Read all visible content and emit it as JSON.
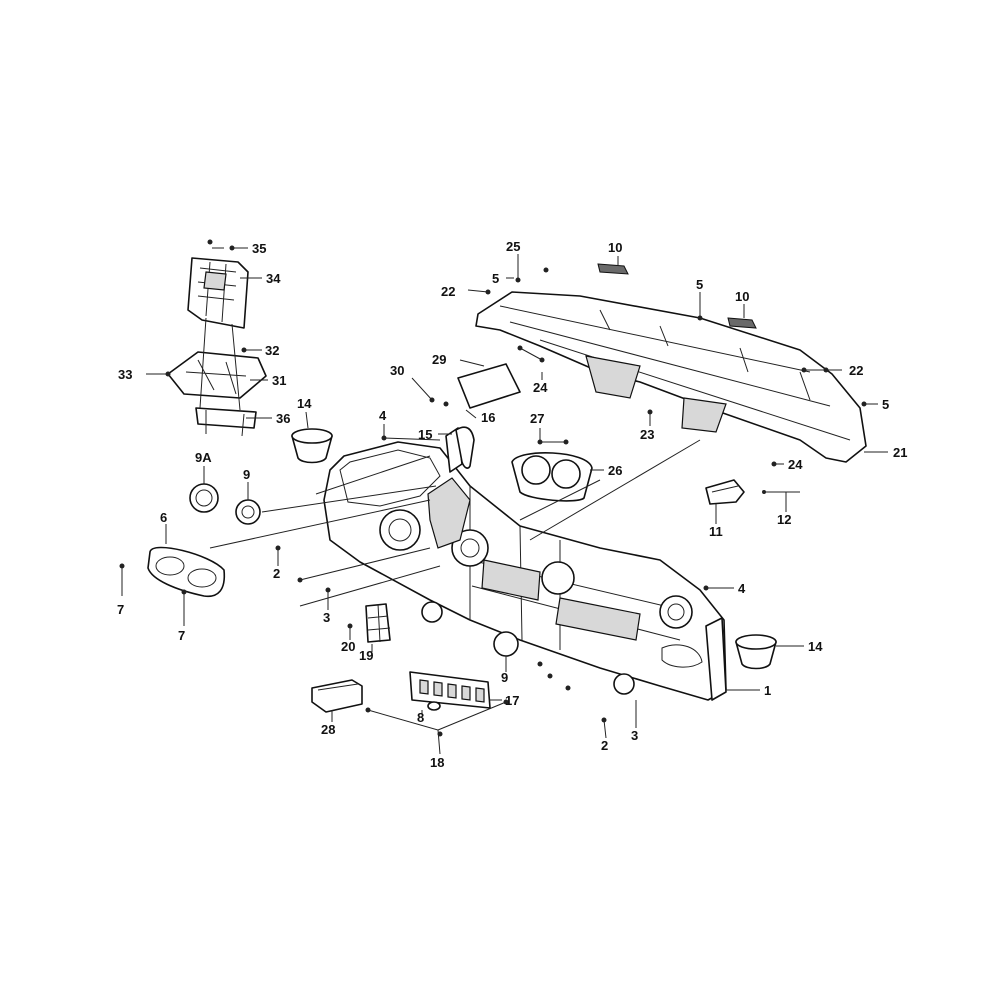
{
  "diagram": {
    "callouts": [
      {
        "id": "c35",
        "label": "35"
      },
      {
        "id": "c34",
        "label": "34"
      },
      {
        "id": "c32",
        "label": "32"
      },
      {
        "id": "c33",
        "label": "33"
      },
      {
        "id": "c31",
        "label": "31"
      },
      {
        "id": "c36",
        "label": "36"
      },
      {
        "id": "c14a",
        "label": "14"
      },
      {
        "id": "c9a",
        "label": "9A"
      },
      {
        "id": "c9b",
        "label": "9"
      },
      {
        "id": "c6",
        "label": "6"
      },
      {
        "id": "c7a",
        "label": "7"
      },
      {
        "id": "c7b",
        "label": "7"
      },
      {
        "id": "c2a",
        "label": "2"
      },
      {
        "id": "c3a",
        "label": "3"
      },
      {
        "id": "c20",
        "label": "20"
      },
      {
        "id": "c19",
        "label": "19"
      },
      {
        "id": "c28",
        "label": "28"
      },
      {
        "id": "c8",
        "label": "8"
      },
      {
        "id": "c18",
        "label": "18"
      },
      {
        "id": "c17",
        "label": "17"
      },
      {
        "id": "c9c",
        "label": "9"
      },
      {
        "id": "c2b",
        "label": "2"
      },
      {
        "id": "c3b",
        "label": "3"
      },
      {
        "id": "c1",
        "label": "1"
      },
      {
        "id": "c14b",
        "label": "14"
      },
      {
        "id": "c4a",
        "label": "4"
      },
      {
        "id": "c4b",
        "label": "4"
      },
      {
        "id": "c15",
        "label": "15"
      },
      {
        "id": "c16",
        "label": "16"
      },
      {
        "id": "c30",
        "label": "30"
      },
      {
        "id": "c29",
        "label": "29"
      },
      {
        "id": "c27",
        "label": "27"
      },
      {
        "id": "c26",
        "label": "26"
      },
      {
        "id": "c25",
        "label": "25"
      },
      {
        "id": "c5a",
        "label": "5"
      },
      {
        "id": "c22a",
        "label": "22"
      },
      {
        "id": "c24a",
        "label": "24"
      },
      {
        "id": "c10a",
        "label": "10"
      },
      {
        "id": "c5b",
        "label": "5"
      },
      {
        "id": "c10b",
        "label": "10"
      },
      {
        "id": "c22b",
        "label": "22"
      },
      {
        "id": "c5c",
        "label": "5"
      },
      {
        "id": "c23",
        "label": "23"
      },
      {
        "id": "c24b",
        "label": "24"
      },
      {
        "id": "c21",
        "label": "21"
      },
      {
        "id": "c11",
        "label": "11"
      },
      {
        "id": "c12",
        "label": "12"
      }
    ]
  }
}
